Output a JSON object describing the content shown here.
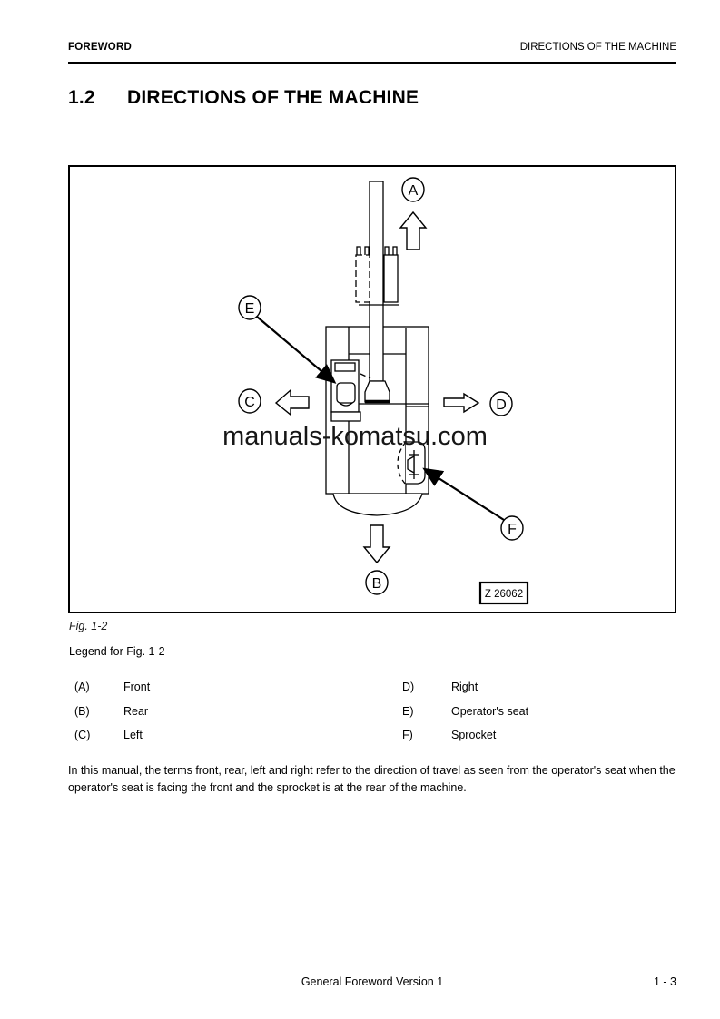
{
  "header": {
    "left": "FOREWORD",
    "right": "DIRECTIONS OF THE MACHINE"
  },
  "heading": {
    "number": "1.2",
    "title": "DIRECTIONS OF THE MACHINE"
  },
  "figure": {
    "caption": "Fig. 1-2",
    "watermark": "manuals-komatsu.com",
    "drawing_number": "Z 26062",
    "callouts": {
      "front": "A",
      "rear": "B",
      "left": "C",
      "right": "D",
      "operator_seat": "E",
      "sprocket": "F"
    }
  },
  "legend": {
    "title": "Legend for Fig. 1-2",
    "columns": [
      {
        "items": [
          {
            "key": "(A)",
            "label": "Front"
          },
          {
            "key": "(B)",
            "label": "Rear"
          },
          {
            "key": "(C)",
            "label": "Left"
          }
        ]
      },
      {
        "items": [
          {
            "key": "D)",
            "label": "Right"
          },
          {
            "key": "E)",
            "label": "Operator's seat"
          },
          {
            "key": "F)",
            "label": "Sprocket"
          }
        ]
      }
    ]
  },
  "paragraph": "In this manual, the terms front, rear, left and right refer to the direction of travel as seen from the operator's seat when the operator's seat is facing the front and the sprocket is at the rear of the machine.",
  "footer": {
    "center": "General Foreword Version 1",
    "page_number": "1 - 3"
  }
}
